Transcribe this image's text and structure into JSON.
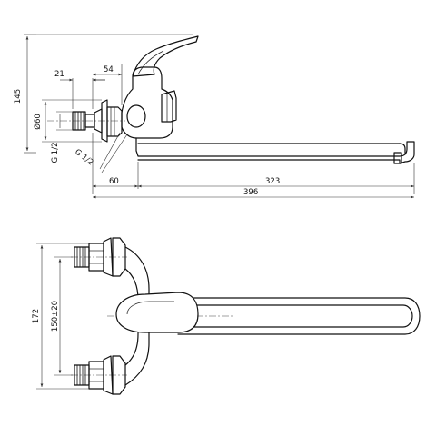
{
  "dimensions": {
    "height_145": "145",
    "offset_21": "21",
    "offset_54": "54",
    "diameter_60": "Ø60",
    "thread_g12_left": "G 1/2",
    "thread_g12_diag": "G 1/2",
    "offset_60": "60",
    "spout_323": "323",
    "total_396": "396",
    "height_172": "172",
    "spacing_150": "150±20"
  },
  "colors": {
    "line": "#111111",
    "background": "#ffffff"
  }
}
